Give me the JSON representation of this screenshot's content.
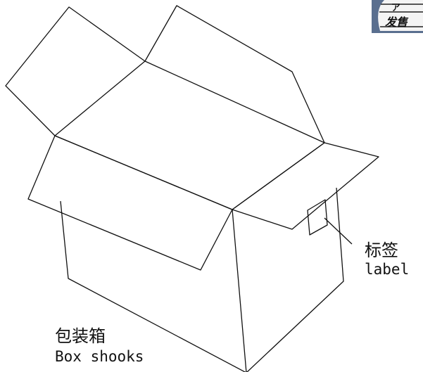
{
  "labels": {
    "label_zh": "标签",
    "label_en": "label",
    "box_zh": "包装箱",
    "box_en": "Box shooks"
  },
  "corner_fragment": {
    "text": "发售",
    "frame_color": "#5a6f8f"
  },
  "colors": {
    "line": "#111111",
    "background": "#ffffff"
  }
}
